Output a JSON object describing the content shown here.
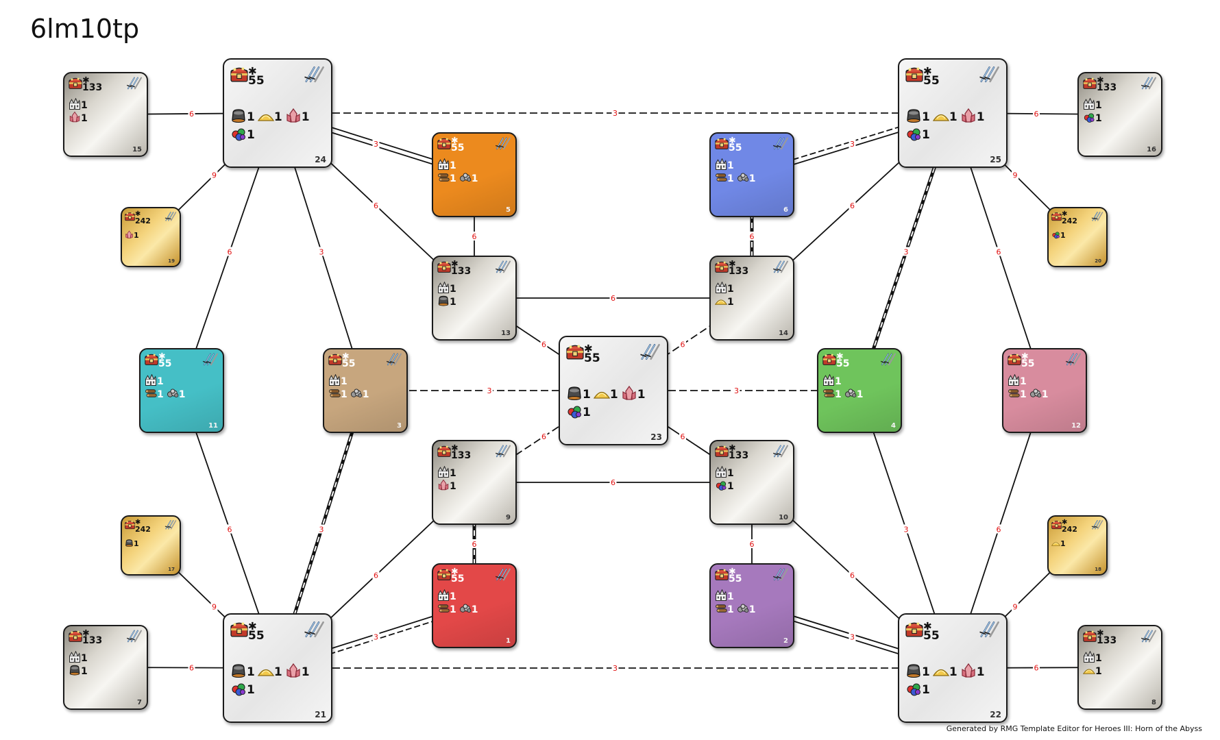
{
  "title": "6lm10tp",
  "footer": "Generated by RMG Template Editor for Heroes III: Horn of the Abyss",
  "colors": {
    "neutral": "#dcdad4",
    "treasure_gold": "#e6b64a",
    "player1": "#e34848",
    "player2": "#a679bd",
    "player3": "#c7a67e",
    "player4": "#6fc45c",
    "player5": "#ec8a1e",
    "player6": "#7088e6",
    "player11": "#45bfc6",
    "player12": "#d88c9e",
    "edge_label": "#e01010"
  },
  "zones": [
    {
      "id": "24",
      "number": "24",
      "kind": "hub",
      "treasure": "55",
      "towns": "",
      "res": [
        [
          "ore",
          "1"
        ],
        [
          "sulfur",
          "1"
        ],
        [
          "crystal",
          "1"
        ],
        [
          "gems",
          "1"
        ]
      ]
    },
    {
      "id": "25",
      "number": "25",
      "kind": "hub",
      "treasure": "55",
      "towns": "",
      "res": [
        [
          "ore",
          "1"
        ],
        [
          "sulfur",
          "1"
        ],
        [
          "crystal",
          "1"
        ],
        [
          "gems",
          "1"
        ]
      ]
    },
    {
      "id": "23",
      "number": "23",
      "kind": "hub",
      "treasure": "55",
      "towns": "",
      "res": [
        [
          "ore",
          "1"
        ],
        [
          "sulfur",
          "1"
        ],
        [
          "crystal",
          "1"
        ],
        [
          "gems",
          "1"
        ]
      ]
    },
    {
      "id": "21",
      "number": "21",
      "kind": "hub",
      "treasure": "55",
      "towns": "",
      "res": [
        [
          "ore",
          "1"
        ],
        [
          "sulfur",
          "1"
        ],
        [
          "crystal",
          "1"
        ],
        [
          "gems",
          "1"
        ]
      ]
    },
    {
      "id": "22",
      "number": "22",
      "kind": "hub",
      "treasure": "55",
      "towns": "",
      "res": [
        [
          "ore",
          "1"
        ],
        [
          "sulfur",
          "1"
        ],
        [
          "crystal",
          "1"
        ],
        [
          "gems",
          "1"
        ]
      ]
    },
    {
      "id": "15",
      "number": "15",
      "kind": "neutral",
      "treasure": "133",
      "towns": "1",
      "res": [
        [
          "crystal",
          "1"
        ]
      ]
    },
    {
      "id": "16",
      "number": "16",
      "kind": "neutral",
      "treasure": "133",
      "towns": "1",
      "res": [
        [
          "gems",
          "1"
        ]
      ]
    },
    {
      "id": "7",
      "number": "7",
      "kind": "neutral",
      "treasure": "133",
      "towns": "1",
      "res": [
        [
          "ore",
          "1"
        ]
      ]
    },
    {
      "id": "8",
      "number": "8",
      "kind": "neutral",
      "treasure": "133",
      "towns": "1",
      "res": [
        [
          "sulfur",
          "1"
        ]
      ]
    },
    {
      "id": "13",
      "number": "13",
      "kind": "neutral",
      "treasure": "133",
      "towns": "1",
      "res": [
        [
          "ore",
          "1"
        ]
      ]
    },
    {
      "id": "14",
      "number": "14",
      "kind": "neutral",
      "treasure": "133",
      "towns": "1",
      "res": [
        [
          "sulfur",
          "1"
        ]
      ]
    },
    {
      "id": "9",
      "number": "9",
      "kind": "neutral",
      "treasure": "133",
      "towns": "1",
      "res": [
        [
          "crystal",
          "1"
        ]
      ]
    },
    {
      "id": "10",
      "number": "10",
      "kind": "neutral",
      "treasure": "133",
      "towns": "1",
      "res": [
        [
          "gems",
          "1"
        ]
      ]
    },
    {
      "id": "19",
      "number": "19",
      "kind": "gold",
      "treasure": "242",
      "towns": "",
      "res": [
        [
          "crystal",
          "1"
        ]
      ]
    },
    {
      "id": "20",
      "number": "20",
      "kind": "gold",
      "treasure": "242",
      "towns": "",
      "res": [
        [
          "gems",
          "1"
        ]
      ]
    },
    {
      "id": "17",
      "number": "17",
      "kind": "gold",
      "treasure": "242",
      "towns": "",
      "res": [
        [
          "ore",
          "1"
        ]
      ]
    },
    {
      "id": "18",
      "number": "18",
      "kind": "gold",
      "treasure": "242",
      "towns": "",
      "res": [
        [
          "sulfur",
          "1"
        ]
      ]
    },
    {
      "id": "5",
      "number": "5",
      "kind": "player",
      "color": "player5",
      "treasure": "55",
      "towns": "1",
      "res": [
        [
          "wood",
          "1"
        ],
        [
          "ore2",
          "1"
        ]
      ]
    },
    {
      "id": "6",
      "number": "6",
      "kind": "player",
      "color": "player6",
      "treasure": "55",
      "towns": "1",
      "res": [
        [
          "wood",
          "1"
        ],
        [
          "ore2",
          "1"
        ]
      ]
    },
    {
      "id": "11",
      "number": "11",
      "kind": "player",
      "color": "player11",
      "treasure": "55",
      "towns": "1",
      "res": [
        [
          "wood",
          "1"
        ],
        [
          "ore2",
          "1"
        ]
      ]
    },
    {
      "id": "3",
      "number": "3",
      "kind": "player",
      "color": "player3",
      "treasure": "55",
      "towns": "1",
      "res": [
        [
          "wood",
          "1"
        ],
        [
          "ore2",
          "1"
        ]
      ]
    },
    {
      "id": "4",
      "number": "4",
      "kind": "player",
      "color": "player4",
      "treasure": "55",
      "towns": "1",
      "res": [
        [
          "wood",
          "1"
        ],
        [
          "ore2",
          "1"
        ]
      ]
    },
    {
      "id": "12",
      "number": "12",
      "kind": "player",
      "color": "player12",
      "treasure": "55",
      "towns": "1",
      "res": [
        [
          "wood",
          "1"
        ],
        [
          "ore2",
          "1"
        ]
      ]
    },
    {
      "id": "1",
      "number": "1",
      "kind": "player",
      "color": "player1",
      "treasure": "55",
      "towns": "1",
      "res": [
        [
          "wood",
          "1"
        ],
        [
          "ore2",
          "1"
        ]
      ]
    },
    {
      "id": "2",
      "number": "2",
      "kind": "player",
      "color": "player2",
      "treasure": "55",
      "towns": "1",
      "res": [
        [
          "wood",
          "1"
        ],
        [
          "ore2",
          "1"
        ]
      ]
    }
  ],
  "edges": [
    {
      "a": "15",
      "b": "24",
      "label": "6",
      "style": "solid"
    },
    {
      "a": "24",
      "b": "25",
      "label": "3",
      "style": "dashed"
    },
    {
      "a": "24",
      "b": "5",
      "label": "3",
      "style": "double"
    },
    {
      "a": "24",
      "b": "19",
      "label": "9",
      "style": "solid"
    },
    {
      "a": "24",
      "b": "11",
      "label": "6",
      "style": "solid"
    },
    {
      "a": "24",
      "b": "3",
      "label": "3",
      "style": "solid"
    },
    {
      "a": "24",
      "b": "13",
      "label": "6",
      "style": "solid"
    },
    {
      "a": "5",
      "b": "13",
      "label": "6",
      "style": "solid"
    },
    {
      "a": "25",
      "b": "6",
      "label": "3",
      "style": "double-dashed"
    },
    {
      "a": "25",
      "b": "16",
      "label": "6",
      "style": "solid"
    },
    {
      "a": "25",
      "b": "20",
      "label": "9",
      "style": "solid"
    },
    {
      "a": "25",
      "b": "14",
      "label": "6",
      "style": "solid"
    },
    {
      "a": "25",
      "b": "4",
      "label": "3",
      "style": "striped"
    },
    {
      "a": "25",
      "b": "12",
      "label": "6",
      "style": "solid"
    },
    {
      "a": "6",
      "b": "14",
      "label": "6",
      "style": "striped"
    },
    {
      "a": "13",
      "b": "14",
      "label": "6",
      "style": "solid"
    },
    {
      "a": "13",
      "b": "23",
      "label": "6",
      "style": "solid"
    },
    {
      "a": "14",
      "b": "23",
      "label": "6",
      "style": "dashed"
    },
    {
      "a": "3",
      "b": "23",
      "label": "3",
      "style": "dashed"
    },
    {
      "a": "23",
      "b": "4",
      "label": "3",
      "style": "dashed"
    },
    {
      "a": "23",
      "b": "9",
      "label": "6",
      "style": "dashed"
    },
    {
      "a": "23",
      "b": "10",
      "label": "6",
      "style": "solid"
    },
    {
      "a": "9",
      "b": "10",
      "label": "6",
      "style": "solid"
    },
    {
      "a": "9",
      "b": "1",
      "label": "6",
      "style": "striped"
    },
    {
      "a": "10",
      "b": "2",
      "label": "6",
      "style": "solid"
    },
    {
      "a": "11",
      "b": "21",
      "label": "6",
      "style": "solid"
    },
    {
      "a": "3",
      "b": "21",
      "label": "3",
      "style": "striped"
    },
    {
      "a": "17",
      "b": "21",
      "label": "9",
      "style": "solid"
    },
    {
      "a": "7",
      "b": "21",
      "label": "6",
      "style": "solid"
    },
    {
      "a": "21",
      "b": "9",
      "label": "6",
      "style": "solid"
    },
    {
      "a": "21",
      "b": "1",
      "label": "3",
      "style": "double-dashed"
    },
    {
      "a": "21",
      "b": "22",
      "label": "3",
      "style": "dashed"
    },
    {
      "a": "2",
      "b": "22",
      "label": "3",
      "style": "double"
    },
    {
      "a": "10",
      "b": "22",
      "label": "6",
      "style": "solid"
    },
    {
      "a": "4",
      "b": "22",
      "label": "3",
      "style": "solid"
    },
    {
      "a": "12",
      "b": "22",
      "label": "6",
      "style": "solid"
    },
    {
      "a": "18",
      "b": "22",
      "label": "9",
      "style": "solid"
    },
    {
      "a": "8",
      "b": "22",
      "label": "6",
      "style": "solid"
    }
  ]
}
